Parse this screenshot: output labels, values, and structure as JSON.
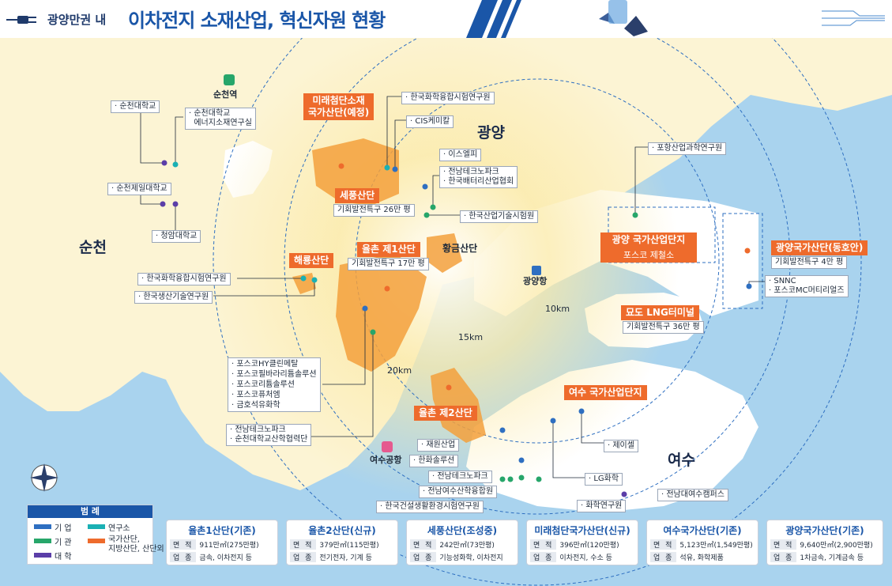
{
  "header": {
    "title_prefix": "광양만권 내",
    "title_main": "이차전지 소재산업, 혁신자원 현황"
  },
  "cities": {
    "suncheon": "순천",
    "gwangyang": "광양",
    "yeosu": "여수"
  },
  "places": {
    "suncheon_station": "순천역",
    "gwangyang_port": "광양항",
    "yeosu_airport": "여수공항"
  },
  "distances": {
    "d10": "10km",
    "d15": "15km",
    "d20": "20km"
  },
  "complexes": {
    "mirae": "미래첨단소재\n국가산단(예정)",
    "sepung": "세풍산단",
    "sepung_sub": "기회발전특구 26만 평",
    "yulchon1": "율촌 제1산단",
    "yulchon1_sub": "기회발전특구 17만 평",
    "hwanggeum": "황금산단",
    "haeryong": "해룡산단",
    "gwangyang_national": "광양 국가산업단지",
    "gwangyang_national_sub": "포스코 제철소",
    "dongho": "광양국가산단(동호안)",
    "dongho_sub": "기회발전특구 4만 평",
    "myodo": "묘도 LNG터미널",
    "myodo_sub": "기회발전특구 36만 평",
    "yeosu_national": "여수 국가산업단지",
    "yulchon2": "율촌 제2산단"
  },
  "labels": {
    "suncheon_univ": "· 순천대학교",
    "suncheon_univ_lab": "· 순천대학교\n  에너지소재연구실",
    "suncheon_jeil": "· 순천제일대학교",
    "cheongam": "· 청암대학교",
    "kcl_west": "· 한국화학융합시험연구원",
    "kitech": "· 한국생산기술연구원",
    "kcl_north": "· 한국화학융합시험연구원",
    "cis": "· CIS케미칼",
    "sfc": "· 이스엘피",
    "jntp": "· 전남테크노파크\n· 한국배터리산업협회",
    "ktl": "· 한국산업기술시험원",
    "rist": "· 포항산업과학연구원",
    "snnc": "· SNNC\n· 포스코MC머티리얼즈",
    "posco_list": "· 포스코HY클린메탈\n· 포스코필바라리튬솔루션\n· 포스코리튬솔루션\n· 포스코퓨처엠\n· 금호석유화학",
    "jntp2": "· 전남테크노파크\n· 순천대학교산학협력단",
    "jaewon": "· 재원산업",
    "hanwha": "· 한화솔루션",
    "jntp3": "· 전남테크노파크",
    "jn_yeosu": "· 전남여수산학융합원",
    "kcl_env": "· 한국건설생활환경시험연구원",
    "jeiel": "· 제이셀",
    "lgchem": "· LG화학",
    "chem_inst": "· 화학연구원",
    "jnu_yeosu": "· 전남대여수캠퍼스"
  },
  "legend": {
    "title": "범 례",
    "company": "기 업",
    "institute": "기 관",
    "university": "대 학",
    "research": "연구소",
    "complex": "국가산단,\n지방산단, 산단외"
  },
  "info_boxes": [
    {
      "title": "율촌1산단(기존)",
      "area_label": "면 적",
      "area": "911만㎡(275만평)",
      "industry_label": "업 종",
      "industry": "금속, 이차전지 등"
    },
    {
      "title": "율촌2산단(신규)",
      "area_label": "면 적",
      "area": "379만㎡(115만평)",
      "industry_label": "업 종",
      "industry": "전기전자, 기계 등"
    },
    {
      "title": "세풍산단(조성중)",
      "area_label": "면 적",
      "area": "242만㎡(73만평)",
      "industry_label": "업 종",
      "industry": "기능성화학, 이차전지"
    },
    {
      "title": "미래첨단국가산단(신규)",
      "area_label": "면 적",
      "area": "396만㎡(120만평)",
      "industry_label": "업 종",
      "industry": "이차전지, 수소 등"
    },
    {
      "title": "여수국가산단(기존)",
      "area_label": "면 적",
      "area": "5,123만㎡(1,549만평)",
      "industry_label": "업 종",
      "industry": "석유, 화학제품"
    },
    {
      "title": "광양국가산단(기존)",
      "area_label": "면 적",
      "area": "9,640만㎡(2,900만평)",
      "industry_label": "업 종",
      "industry": "1차금속, 기계금속 등"
    }
  ],
  "colors": {
    "sea": "#a9d3ee",
    "land": "#fcf4d4",
    "complex": "#f3a03c",
    "label_orange": "#ee6b2c",
    "company": "#2e6fc1",
    "institute": "#27a66a",
    "university": "#5b3ea8",
    "research": "#1ab0b4",
    "title": "#1a56a8"
  }
}
